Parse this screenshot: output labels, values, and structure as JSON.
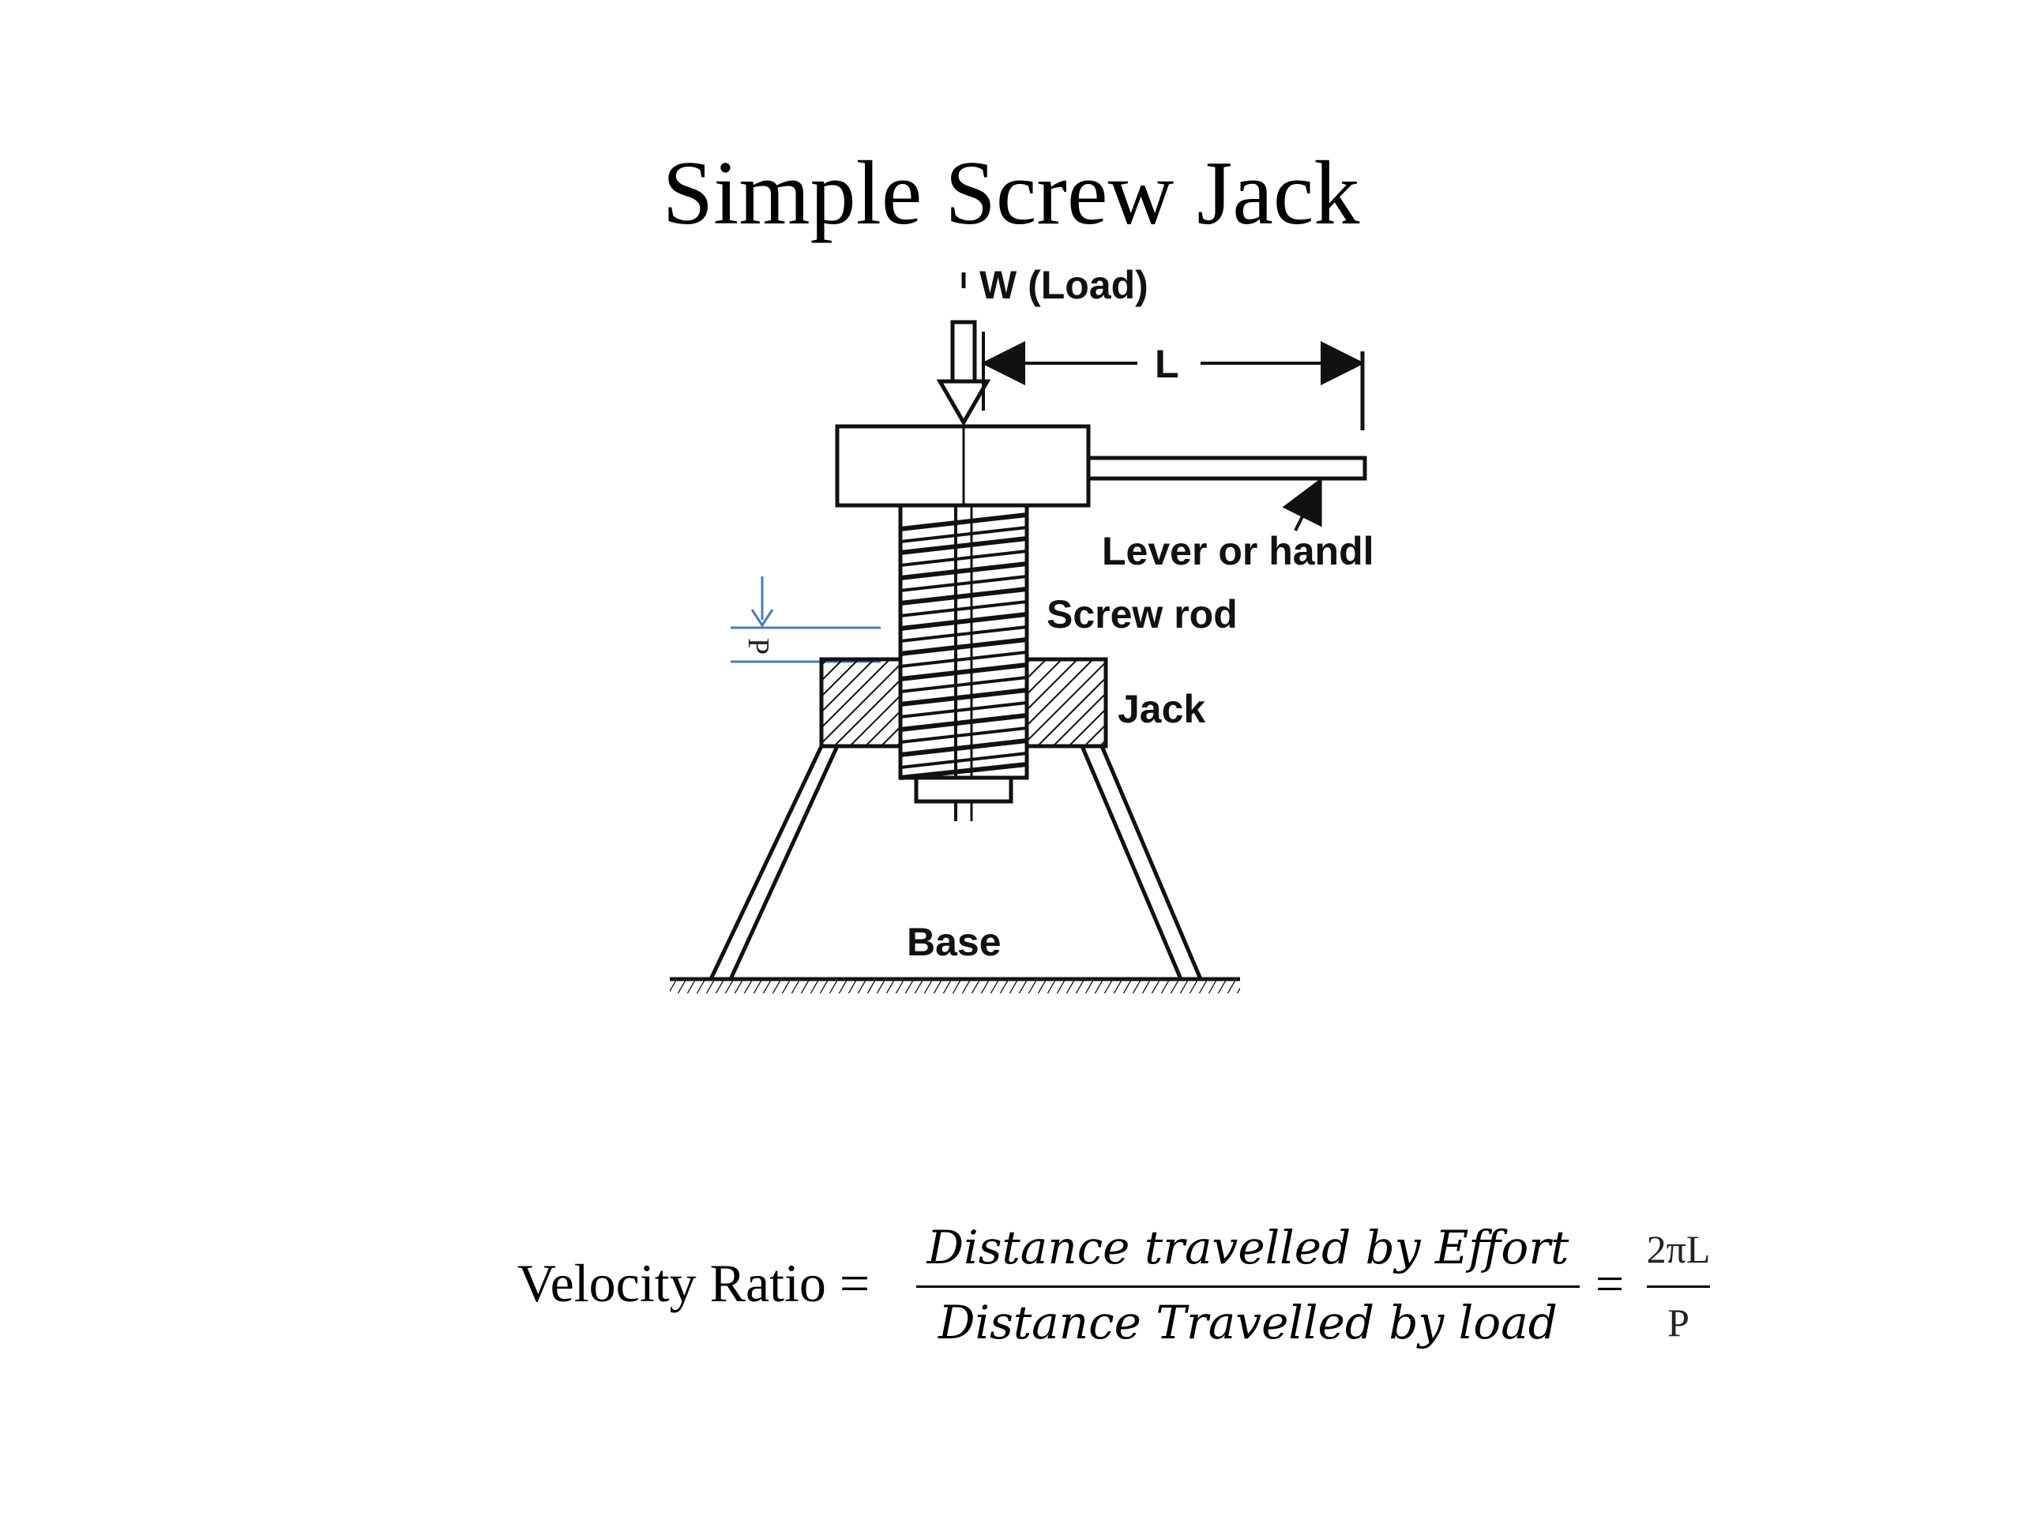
{
  "title": "Simple Screw Jack",
  "diagram": {
    "labels": {
      "load": "W (Load)",
      "lever_length": "L",
      "lever": "Lever or handl",
      "screw_rod": "Screw rod",
      "pitch": "P",
      "jack": "Jack",
      "base": "Base"
    }
  },
  "formula": {
    "lhs": "Velocity Ratio =",
    "numerator": "Distance travelled by Effort",
    "denominator": "Distance Travelled by load",
    "equals": "=",
    "ratio_numerator": "2πL",
    "ratio_denominator": "P"
  }
}
